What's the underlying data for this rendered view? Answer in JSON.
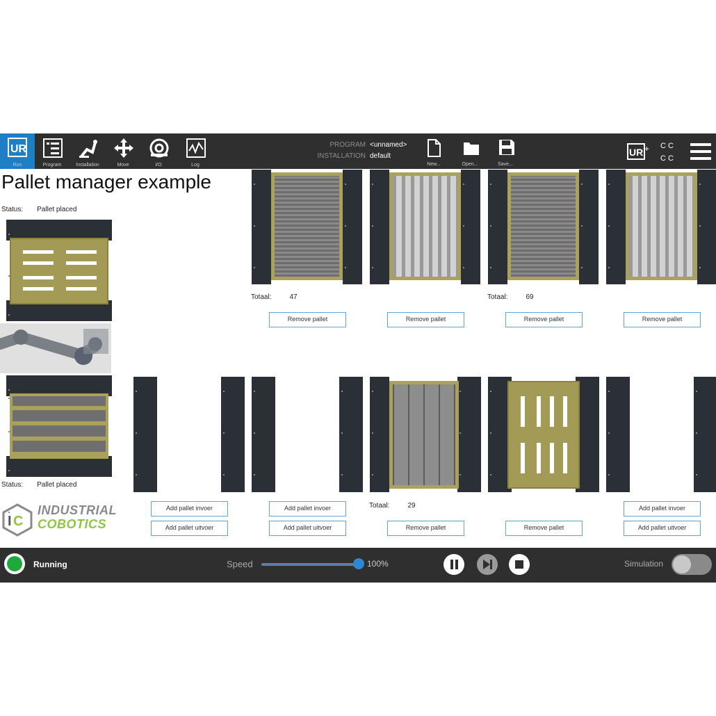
{
  "topbar": {
    "nav": [
      {
        "label": "Run",
        "icon": "ur-logo-icon"
      },
      {
        "label": "Program",
        "icon": "program-icon"
      },
      {
        "label": "Installation",
        "icon": "installation-icon"
      },
      {
        "label": "Move",
        "icon": "move-icon"
      },
      {
        "label": "I/O",
        "icon": "io-icon"
      },
      {
        "label": "Log",
        "icon": "log-icon"
      }
    ],
    "program_key": "PROGRAM",
    "program_value": "<unnamed>",
    "installation_key": "INSTALLATION",
    "installation_value": "default",
    "file": [
      {
        "label": "New...",
        "icon": "new-file-icon"
      },
      {
        "label": "Open...",
        "icon": "open-folder-icon"
      },
      {
        "label": "Save...",
        "icon": "save-icon"
      }
    ],
    "cc_top": "C C",
    "cc_bottom": "C C"
  },
  "main": {
    "title": "Pallet manager example",
    "status_label": "Status:",
    "status_top": "Pallet placed",
    "status_bottom": "Pallet placed",
    "totaal_label": "Totaal:",
    "totaal_1": "47",
    "totaal_3": "69",
    "totaal_bottom": "29",
    "remove_pallet": "Remove pallet",
    "add_in": "Add pallet invoer",
    "add_out": "Add pallet uitvoer",
    "logo_line1": "INDUSTRIAL",
    "logo_line2": "COBOTICS",
    "logo_mark": "IC"
  },
  "bottombar": {
    "state": "Running",
    "speed_label": "Speed",
    "speed_value": "100%",
    "speed_fraction": 1.0,
    "simulation_label": "Simulation",
    "simulation_on": false
  },
  "colors": {
    "accent": "#1e7fc4",
    "running": "#1eaa3a",
    "bar": "#2f2f2f",
    "pallet": "#a39a55",
    "logo_green": "#8dc63f"
  }
}
